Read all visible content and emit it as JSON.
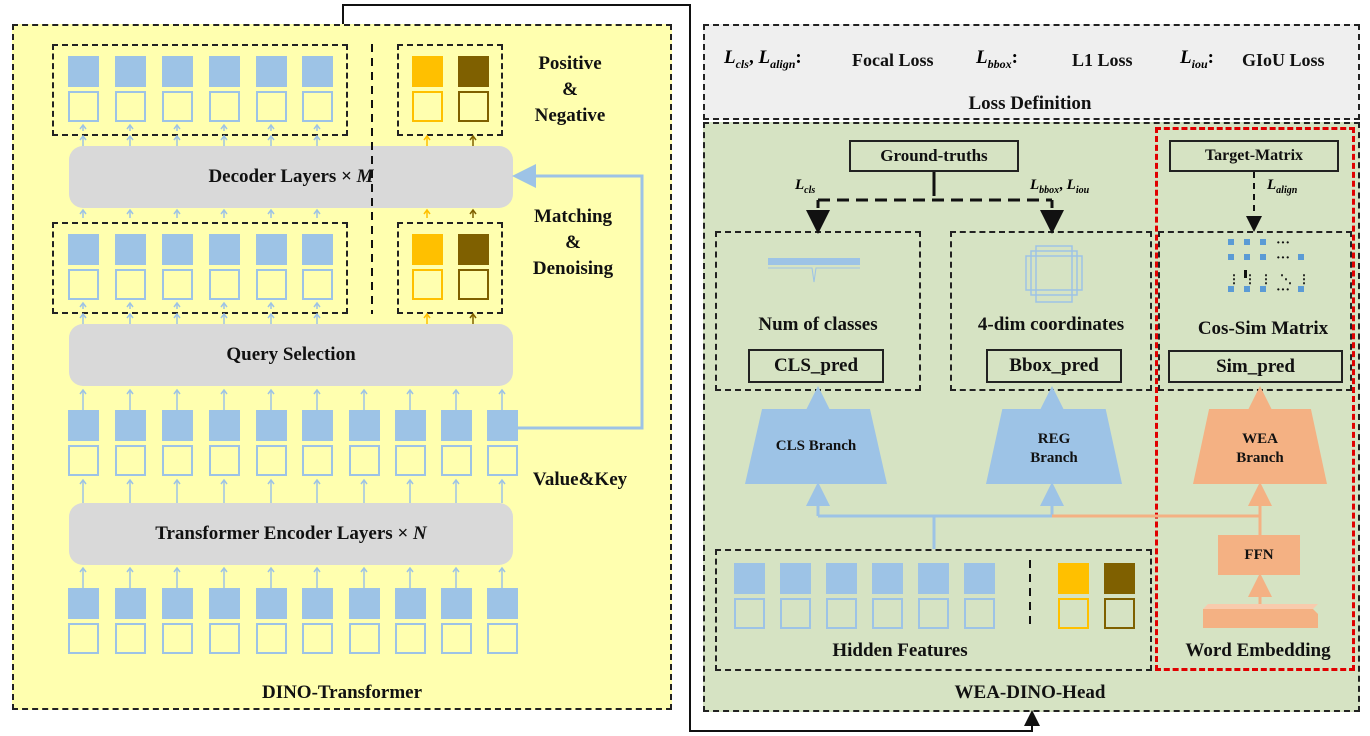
{
  "dino": {
    "title": "DINO-Transformer",
    "decoder_label": "Decoder Layers × ",
    "decoder_var": "M",
    "query_selection": "Query Selection",
    "encoder_label": "Transformer Encoder Layers × ",
    "encoder_var": "N",
    "positive": "Positive",
    "amp1": "&",
    "negative": "Negative",
    "matching": "Matching",
    "amp2": "&",
    "denoising": "Denoising",
    "value_key": "Value&Key"
  },
  "loss": {
    "title": "Loss Definition",
    "cls_align_sym": "L",
    "cls_sub": "cls",
    "align_sub": "align",
    "focal": "Focal Loss",
    "bbox_sub": "bbox",
    "l1": "L1 Loss",
    "iou_sub": "iou",
    "giou": "GIoU Loss",
    "sep_comma": ", ",
    "colon": ":"
  },
  "head": {
    "title": "WEA-DINO-Head",
    "ground_truths": "Ground-truths",
    "target_matrix": "Target-Matrix",
    "num_classes": "Num of classes",
    "cls_pred": "CLS_pred",
    "coords": "4-dim coordinates",
    "bbox_pred": "Bbox_pred",
    "cos_sim": "Cos-Sim Matrix",
    "sim_pred": "Sim_pred",
    "cls_branch": "CLS Branch",
    "reg_branch_1": "REG",
    "reg_branch_2": "Branch",
    "wea_branch_1": "WEA",
    "wea_branch_2": "Branch",
    "ffn": "FFN",
    "hidden_features": "Hidden Features",
    "word_embedding": "Word Embedding"
  },
  "colors": {
    "query_blue": "#9dc3e6",
    "pos_gold": "#ffc000",
    "neg_brown": "#7f6000",
    "dino_bg": "#ffffaf",
    "head_bg": "#d6e3c3",
    "loss_bg": "#efefef",
    "wea_orange": "#f4b183",
    "red_dash": "#e00000"
  }
}
